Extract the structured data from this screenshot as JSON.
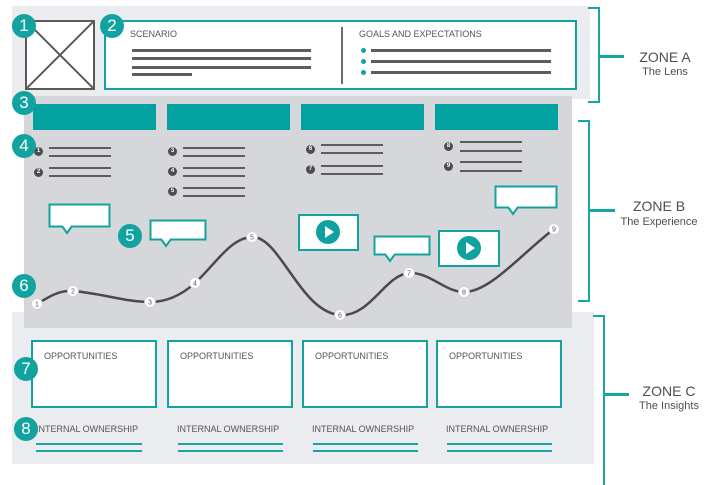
{
  "colors": {
    "accent": "#12a3a0",
    "phase_bar": "#03a19f",
    "zone_light": "#ebecef",
    "zone_dark": "#d6d7db",
    "line": "#5d5d5f"
  },
  "badges": [
    "1",
    "2",
    "3",
    "4",
    "5",
    "6",
    "7",
    "8"
  ],
  "zone_a": {
    "image_placeholder_icon": "image-placeholder-icon",
    "scenario_label": "SCENARIO",
    "goals_label": "GOALS AND EXPECTATIONS"
  },
  "zone_b": {
    "phases": [
      {
        "steps": [
          "1",
          "2"
        ]
      },
      {
        "steps": [
          "3",
          "4",
          "5"
        ]
      },
      {
        "steps": [
          "6",
          "7"
        ]
      },
      {
        "steps": [
          "8",
          "9"
        ]
      }
    ],
    "journey_points": [
      "1",
      "2",
      "3",
      "4",
      "5",
      "6",
      "7",
      "8",
      "9"
    ],
    "play_icon": "play-icon"
  },
  "zone_c": {
    "columns": [
      {
        "opportunities": "OPPORTUNITIES",
        "ownership": "INTERNAL OWNERSHIP"
      },
      {
        "opportunities": "OPPORTUNITIES",
        "ownership": "INTERNAL OWNERSHIP"
      },
      {
        "opportunities": "OPPORTUNITIES",
        "ownership": "INTERNAL OWNERSHIP"
      },
      {
        "opportunities": "OPPORTUNITIES",
        "ownership": "INTERNAL OWNERSHIP"
      }
    ]
  },
  "zones": [
    {
      "title": "ZONE A",
      "subtitle": "The Lens"
    },
    {
      "title": "ZONE B",
      "subtitle": "The Experience"
    },
    {
      "title": "ZONE C",
      "subtitle": "The Insights"
    }
  ]
}
